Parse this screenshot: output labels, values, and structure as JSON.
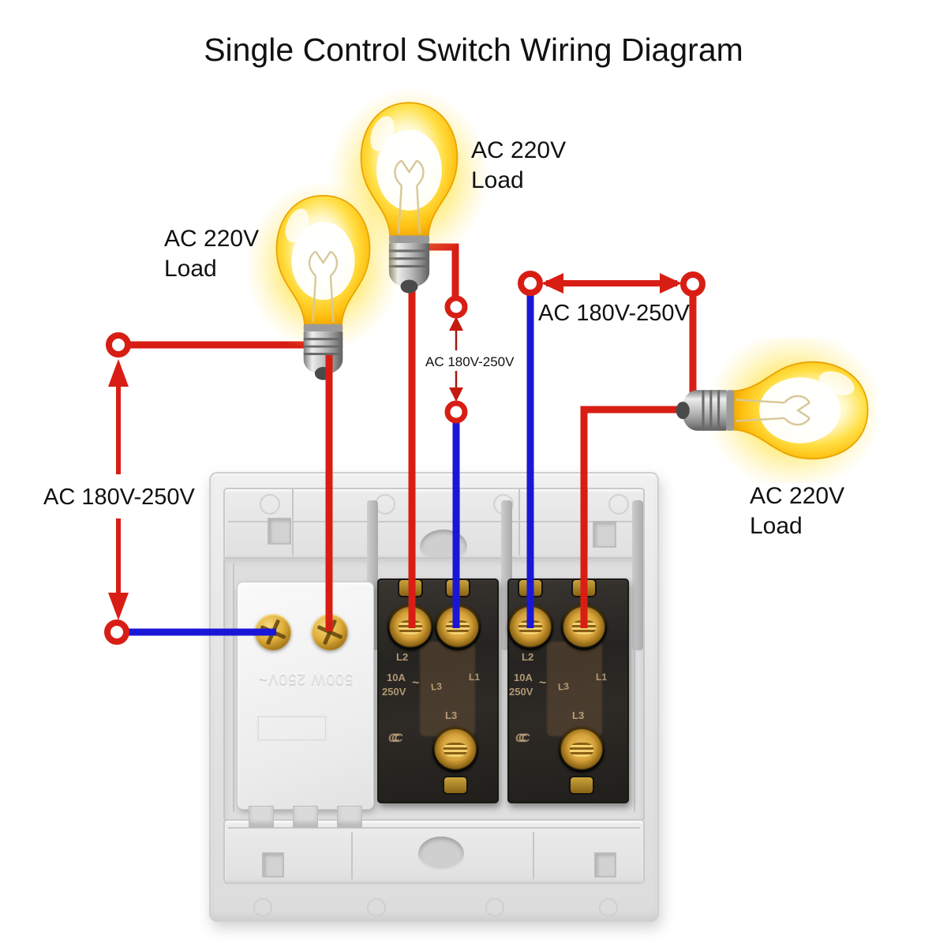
{
  "title": "Single Control Switch Wiring Diagram",
  "bulbs": [
    {
      "label_line1": "AC 220V",
      "label_line2": "Load"
    },
    {
      "label_line1": "AC 220V",
      "label_line2": "Load"
    },
    {
      "label_line1": "AC 220V",
      "label_line2": "Load"
    }
  ],
  "voltage_labels": {
    "left": "AC 180V-250V",
    "middle": "AC 180V-250V",
    "right": "AC 180V-250V"
  },
  "panel": {
    "dimmer_rating": "500W 250V~",
    "switches": [
      {
        "l2": "L2",
        "l1": "L1",
        "current": "10A",
        "tilde": "~",
        "voltage": "250V",
        "l3_mid": "L3",
        "l3_bottom": "L3",
        "cert": "CCC"
      },
      {
        "l2": "L2",
        "l1": "L1",
        "current": "10A",
        "tilde": "~",
        "voltage": "250V",
        "l3_mid": "L3",
        "l3_bottom": "L3",
        "cert": "CCC"
      }
    ]
  },
  "colors": {
    "live_wire_red": "#d81e14",
    "neutral_wire_blue": "#1a16d8",
    "bulb_yellow": "#ffd400",
    "panel_gray": "#e3e3e3"
  }
}
